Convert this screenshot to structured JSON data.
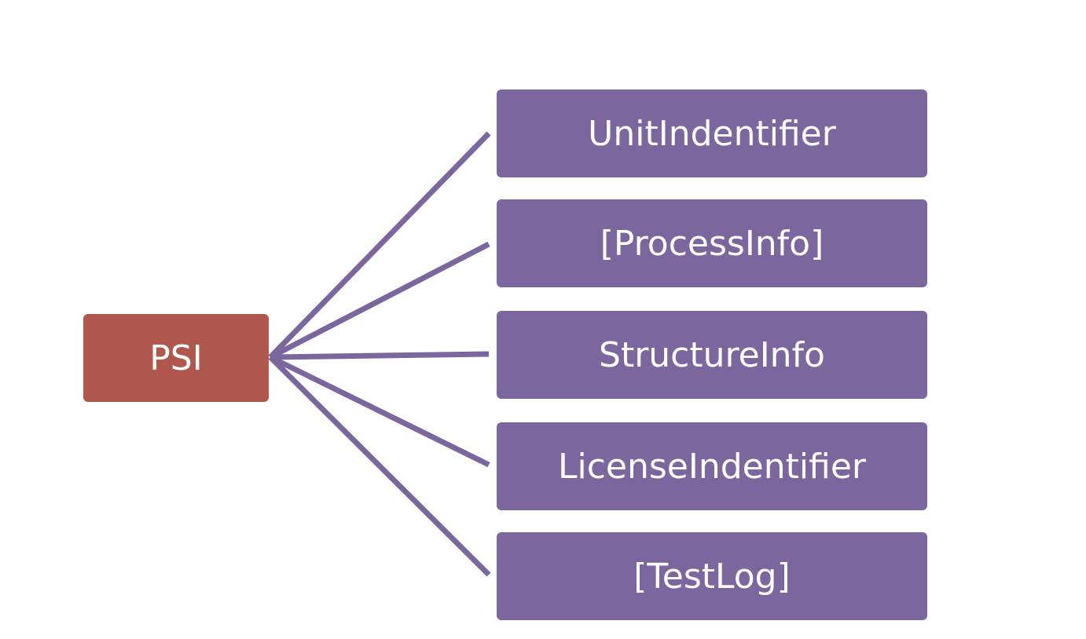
{
  "diagram": {
    "root": {
      "label": "PSI",
      "color": "#b0574e"
    },
    "children": [
      {
        "label": "UnitIndentifier"
      },
      {
        "label": "[ProcessInfo]"
      },
      {
        "label": "StructureInfo"
      },
      {
        "label": "LicenseIndentifier"
      },
      {
        "label": "[TestLog]"
      }
    ],
    "child_color": "#7b679d",
    "connector_color": "#7b679d"
  }
}
